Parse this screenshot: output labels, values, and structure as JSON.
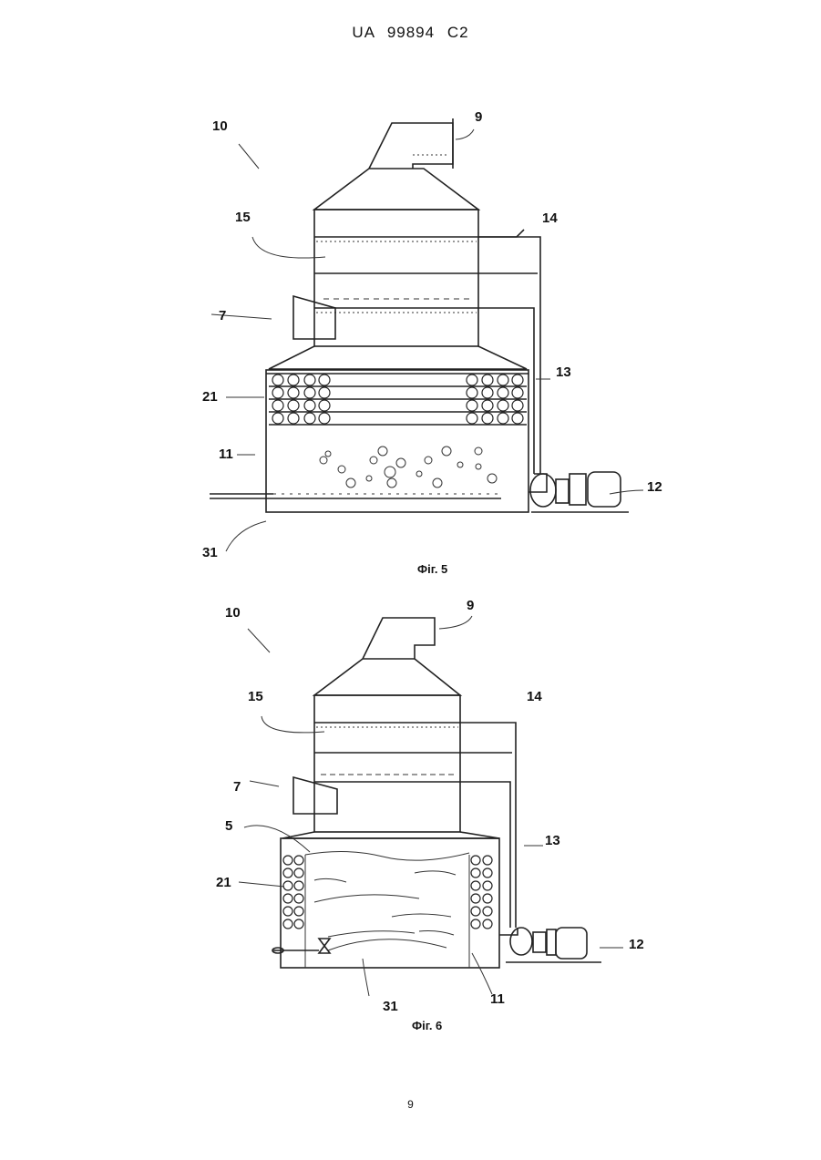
{
  "header": "UA   99894   C2",
  "page_number": "9",
  "figures": [
    {
      "caption": "Фіг. 5",
      "labels": [
        "10",
        "9",
        "15",
        "14",
        "7",
        "13",
        "21",
        "11",
        "12",
        "31"
      ]
    },
    {
      "caption": "Фіг. 6",
      "labels": [
        "10",
        "9",
        "15",
        "14",
        "7",
        "13",
        "5",
        "21",
        "12",
        "31",
        "11"
      ]
    }
  ]
}
